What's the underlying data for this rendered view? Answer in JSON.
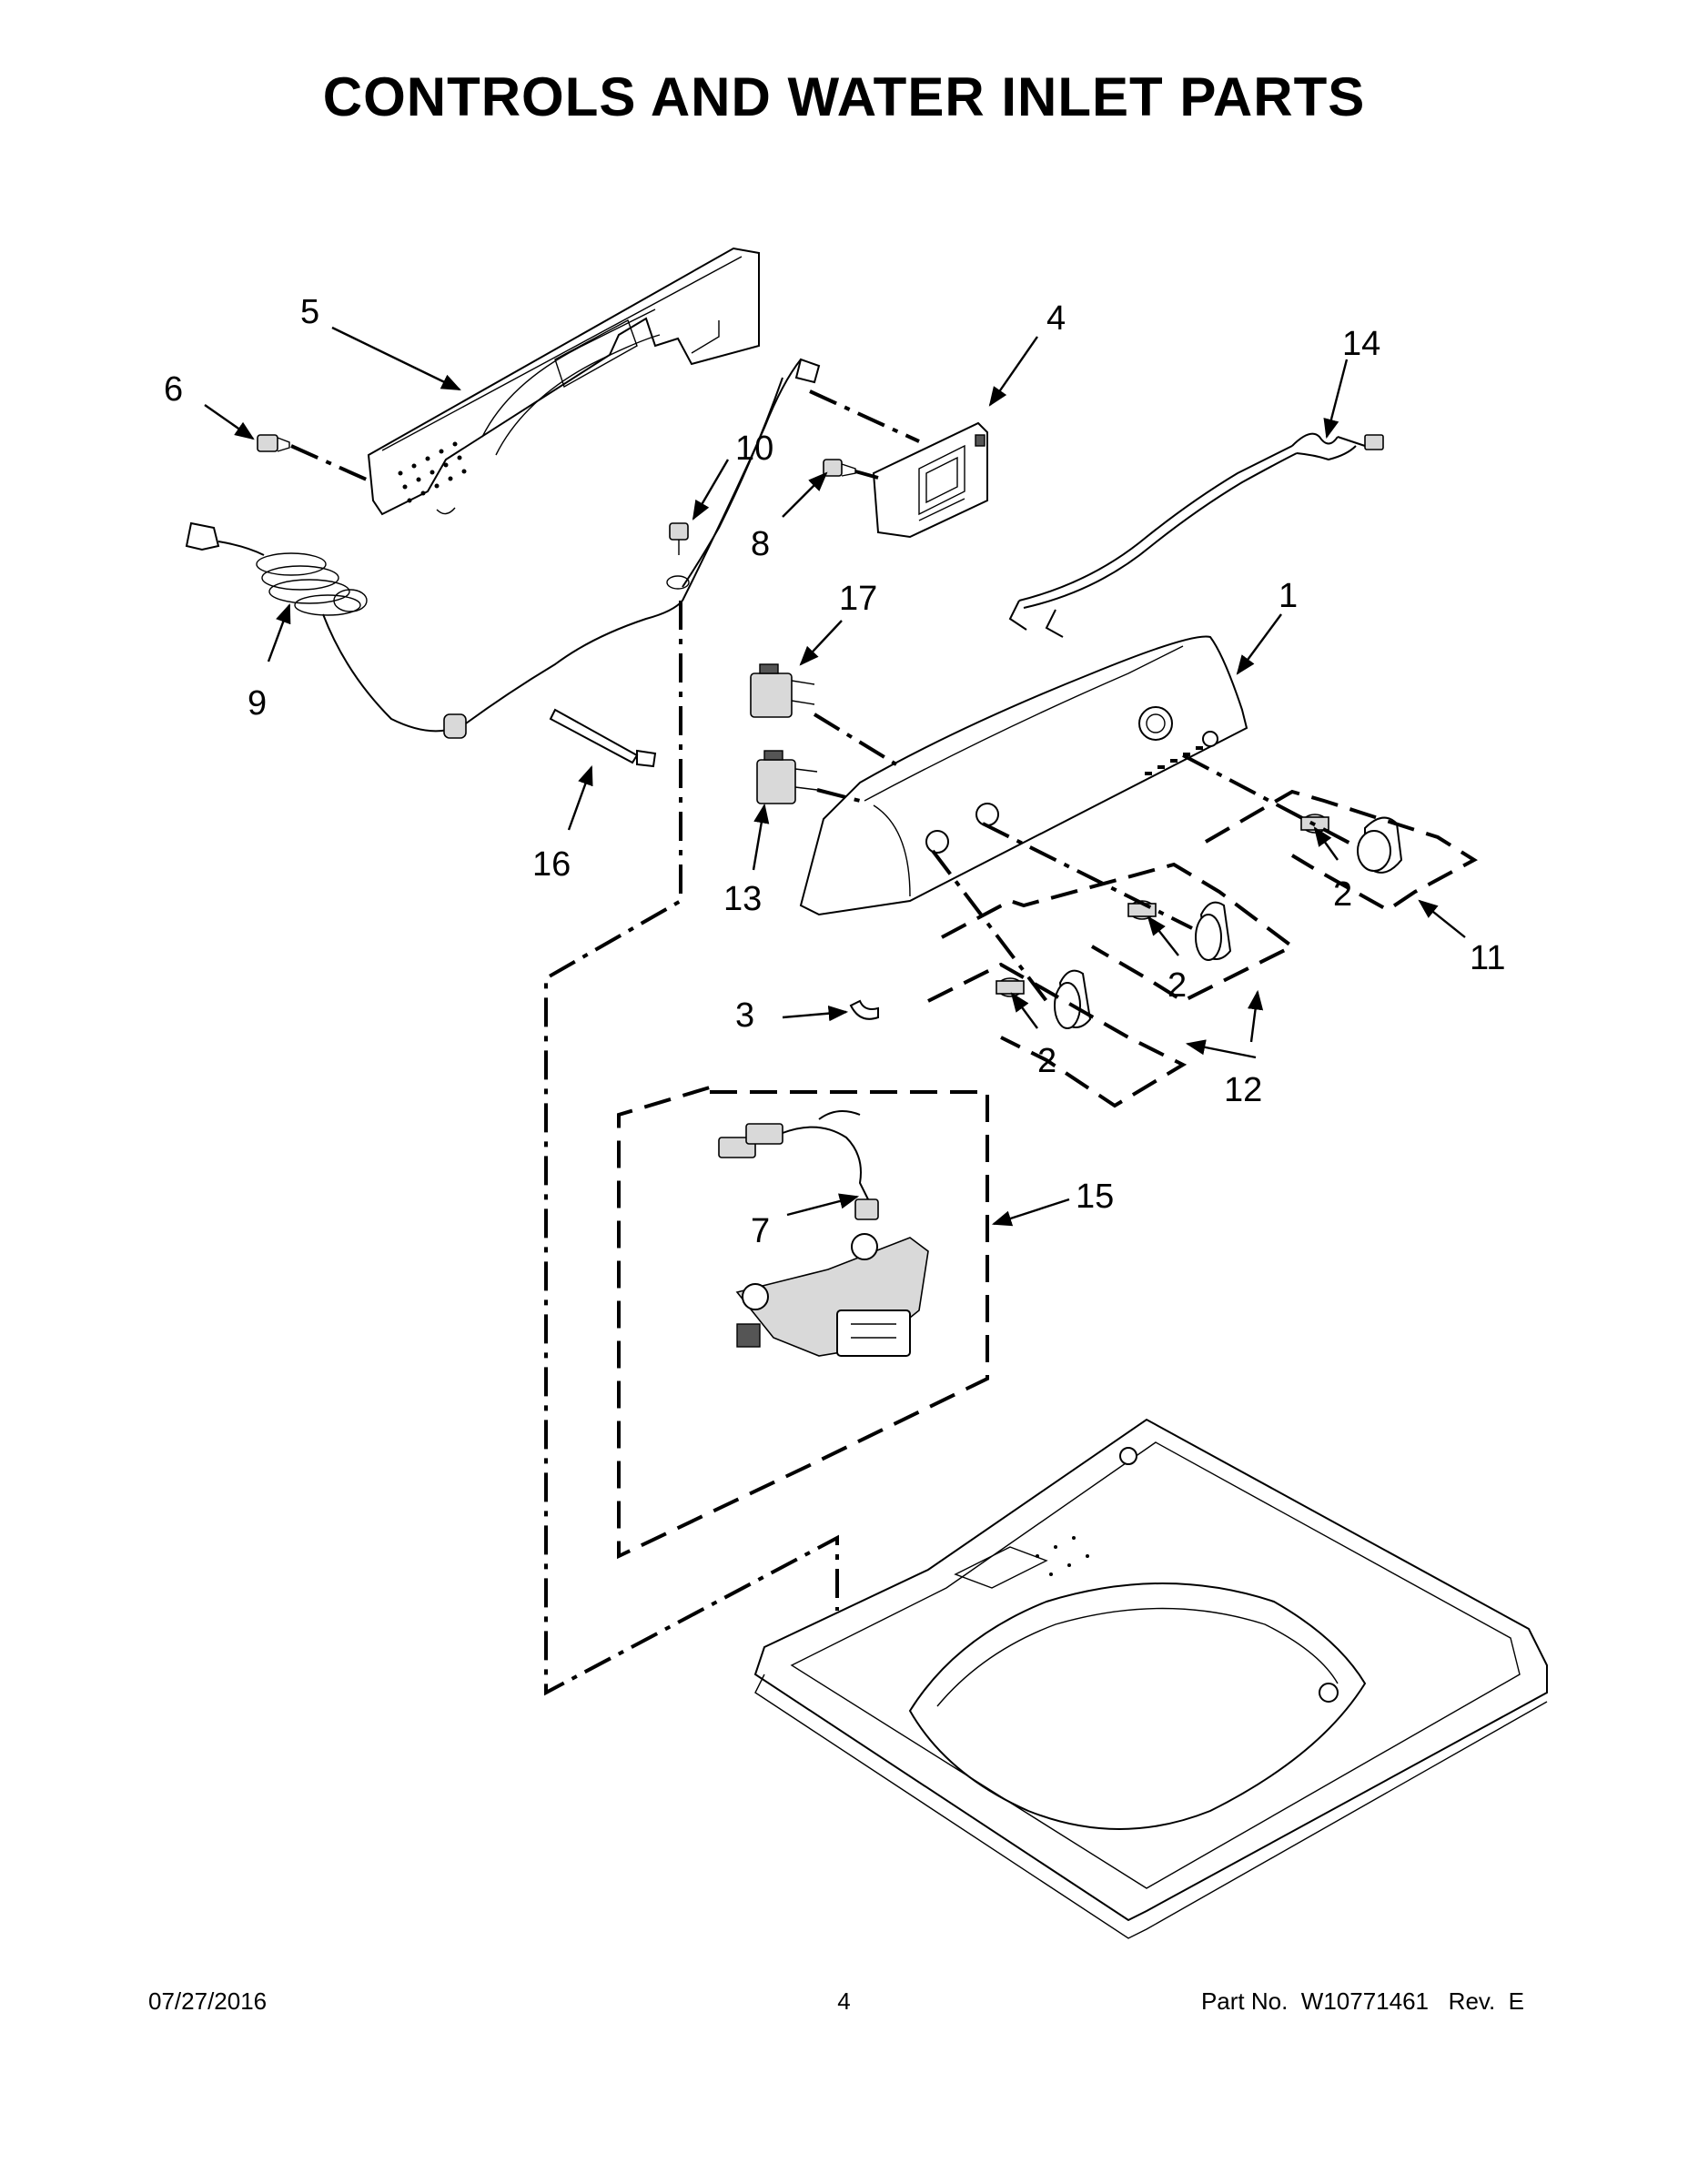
{
  "title": "CONTROLS AND WATER INLET PARTS",
  "callouts": {
    "c1": "1",
    "c2a": "2",
    "c2b": "2",
    "c2c": "2",
    "c3": "3",
    "c4": "4",
    "c5": "5",
    "c6": "6",
    "c7": "7",
    "c8": "8",
    "c9": "9",
    "c10": "10",
    "c11": "11",
    "c12": "12",
    "c13": "13",
    "c14": "14",
    "c15": "15",
    "c16": "16",
    "c17": "17"
  },
  "footer": {
    "date": "07/27/2016",
    "page": "4",
    "part_number": "Part No.  W10771461   Rev.  E"
  }
}
